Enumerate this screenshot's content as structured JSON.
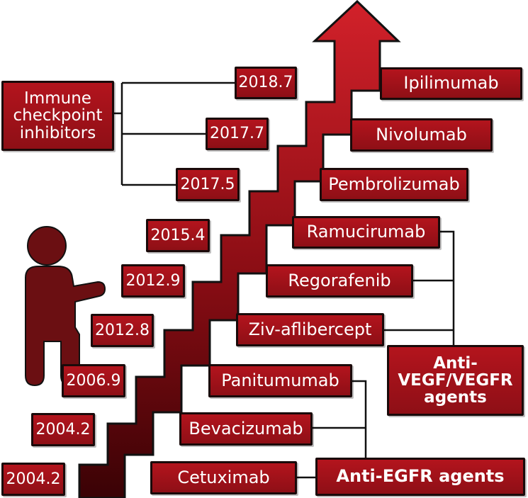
{
  "categories": {
    "immune": "Immune checkpoint inhibitors",
    "anti_vegf": "Anti-VEGF/VEGFR agents",
    "anti_egfr": "Anti-EGFR agents"
  },
  "years": [
    "2018.7",
    "2017.7",
    "2017.5",
    "2015.4",
    "2012.9",
    "2012.8",
    "2006.9",
    "2004.2",
    "2004.2"
  ],
  "drugs": [
    "Ipilimumab",
    "Nivolumab",
    "Pembrolizumab",
    "Ramucirumab",
    "Regorafenib",
    "Ziv-aflibercept",
    "Panitumumab",
    "Bevacizumab",
    "Cetuximab"
  ],
  "colors": {
    "box_red": "#a8111a",
    "stair_dark": "#3a0205",
    "stair_light": "#d2212a",
    "figure": "#6b0f12",
    "line": "#111111"
  }
}
